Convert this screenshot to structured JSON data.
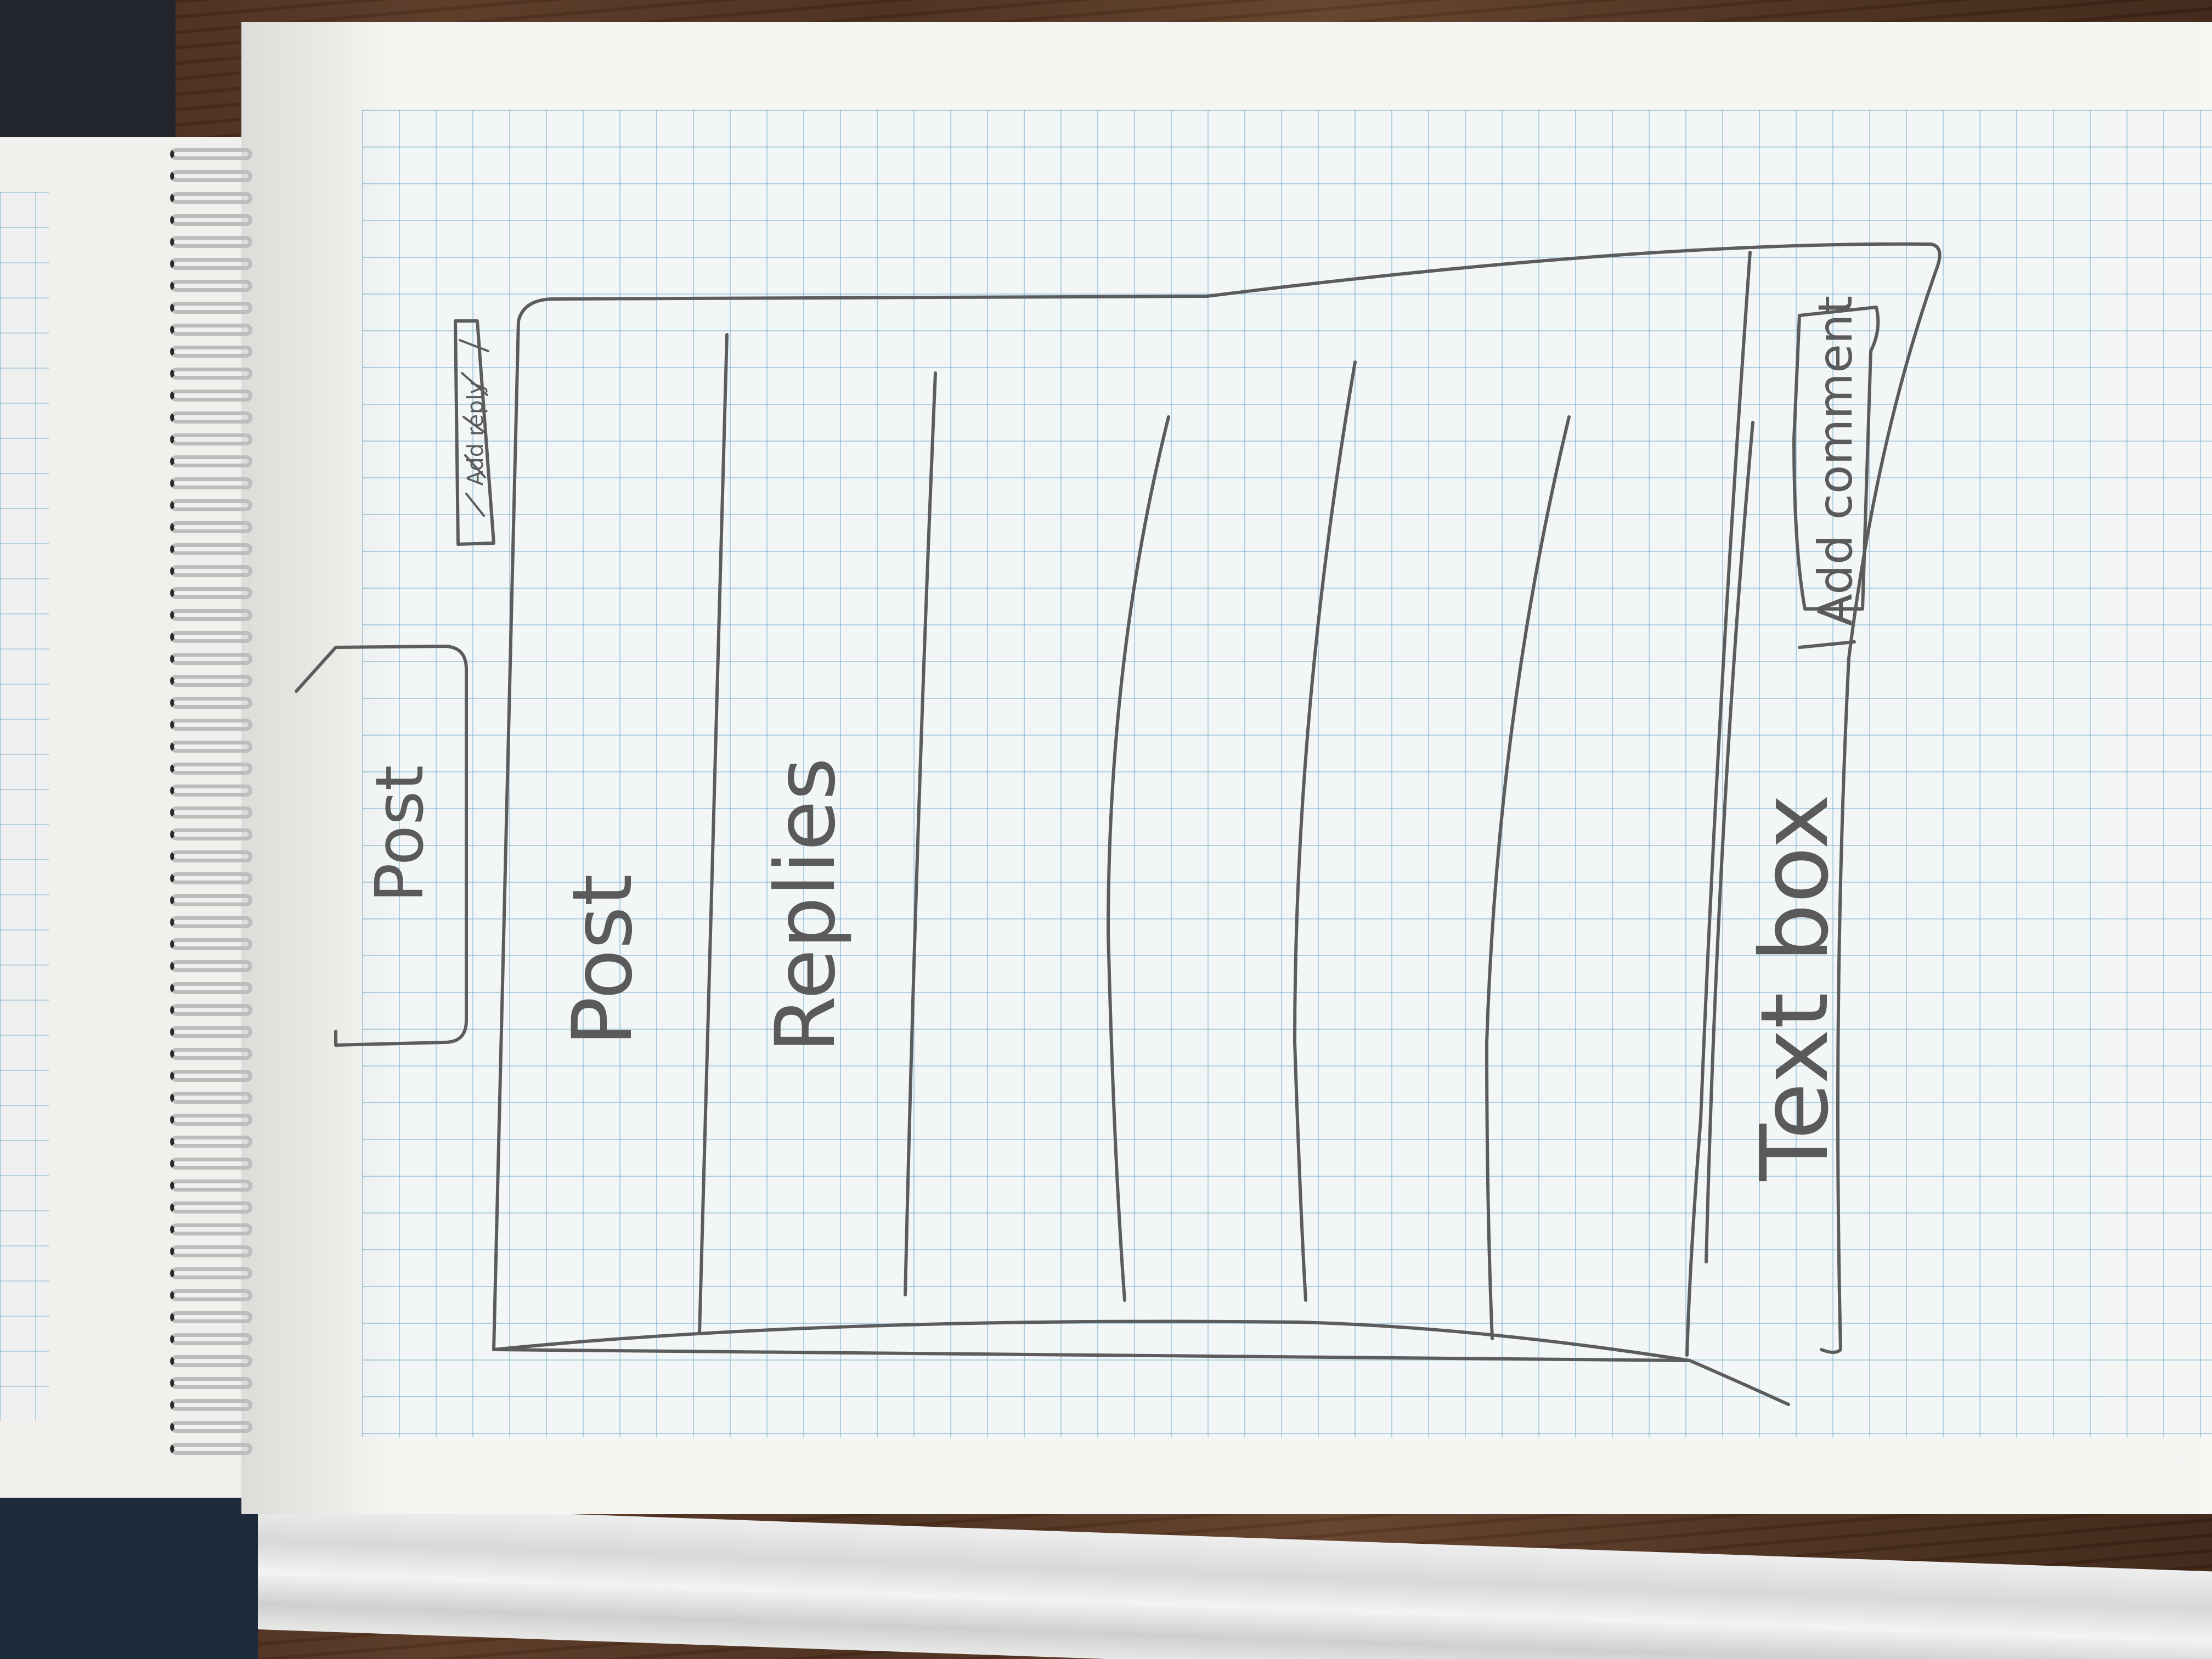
{
  "sketch": {
    "small_post_label": "Post",
    "back_button_label": "Add reply",
    "post_section_label": "Post",
    "replies_section_label": "Replies",
    "text_box_label": "Text box",
    "add_comment_button_label": "Add comment"
  }
}
